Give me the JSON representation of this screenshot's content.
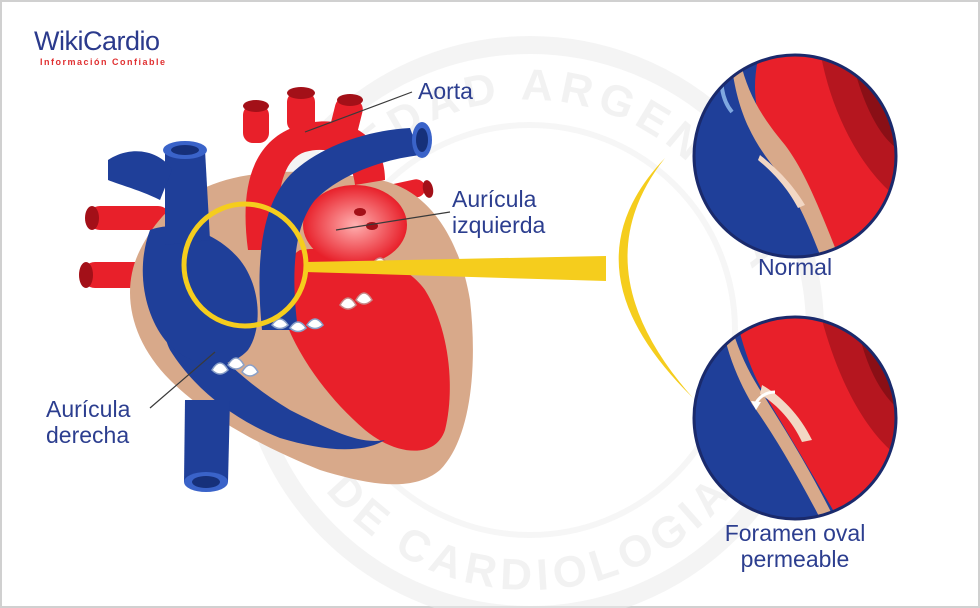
{
  "logo": {
    "name": "WikiCardio",
    "tagline": "Información Confiable"
  },
  "watermark": {
    "top_text": "SOCIEDAD ARGENTINA",
    "bottom_text": "DE CARDIOLOGIA"
  },
  "labels": {
    "aorta": "Aorta",
    "left_atrium_line1": "Aurícula",
    "left_atrium_line2": "izquierda",
    "right_atrium_line1": "Aurícula",
    "right_atrium_line2": "derecha",
    "normal": "Normal",
    "pfo_line1": "Foramen oval",
    "pfo_line2": "permeable"
  },
  "colors": {
    "oxygenated_red": "#e8202a",
    "deoxygenated_blue": "#1f3f99",
    "tissue_tan": "#d8a98a",
    "highlight_yellow": "#f5cd1d",
    "label_blue": "#2c3e8f",
    "logo_red": "#e03031"
  }
}
